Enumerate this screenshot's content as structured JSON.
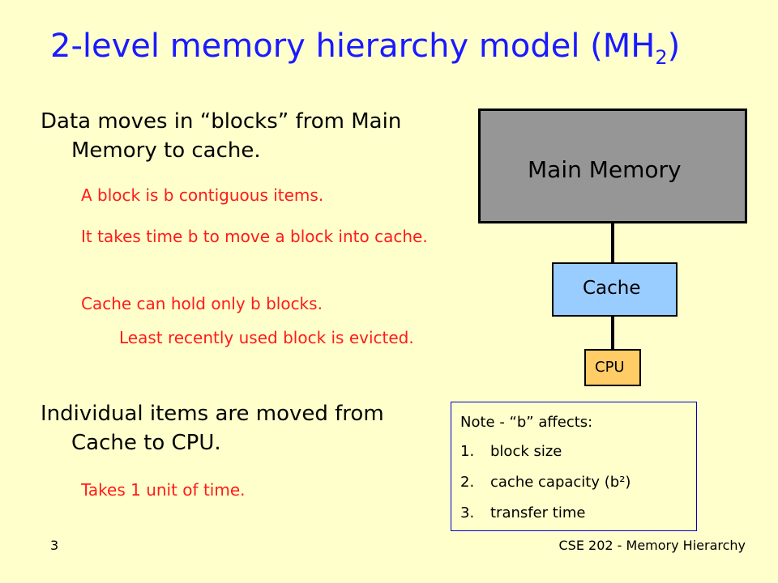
{
  "title": {
    "main": "2-level memory hierarchy model (MH",
    "subscript": "2",
    "close": ")"
  },
  "bullets": {
    "b1": "Data moves in “blocks” from Main Memory to cache.",
    "b2": "Individual items are moved from Cache to CPU."
  },
  "subpoints": {
    "s1": "A block is b contiguous items.",
    "s2": "It takes time b to move a block into cache.",
    "s3": "Cache can hold only b blocks.",
    "s4": "Least recently used block is evicted.",
    "s5": "Takes 1 unit of time."
  },
  "diagram": {
    "main_memory": "Main Memory",
    "cache": "Cache",
    "cpu": "CPU",
    "colors": {
      "main_memory": "#969696",
      "cache": "#99ccff",
      "cpu": "#ffcc66"
    }
  },
  "note": {
    "heading": "Note - “b” affects:",
    "items": [
      {
        "num": "1.",
        "text": "block size"
      },
      {
        "num": "2.",
        "text": "cache capacity (b²)"
      },
      {
        "num": "3.",
        "text": "transfer time"
      }
    ]
  },
  "footer": {
    "slide_number": "3",
    "course": "CSE 202 - Memory Hierarchy"
  },
  "colors": {
    "background": "#ffffcc",
    "title": "#1a1aff",
    "subpoint": "#ff1a1a"
  }
}
